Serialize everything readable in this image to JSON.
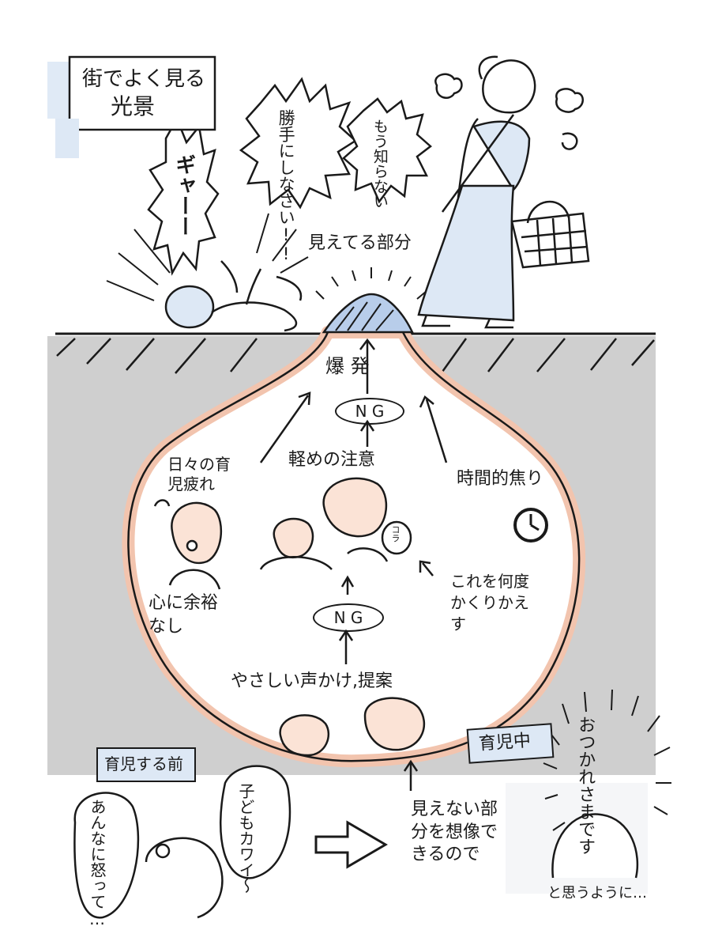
{
  "colors": {
    "ink": "#1a1a1a",
    "ground": "#cfcfcf",
    "dome_fill": "#ffffff",
    "dome_outline": "#f2c4ae",
    "pale_blue": "#dde8f5",
    "mountain": "#b8cdea"
  },
  "top": {
    "title_line1": "街でよく見る",
    "title_line2": "光景",
    "scream": "ギャーー",
    "shout": "勝手にしなさい!!",
    "mutter": "もう知らない",
    "visible_label": "見えてる部分"
  },
  "iceberg": {
    "explosion": "爆 発",
    "ng_top": "N G",
    "fatigue": "日々の育児疲れ",
    "light_warning": "軽めの注意",
    "time_pressure": "時間的焦り",
    "koru": "コラ",
    "no_room": "心に余裕なし",
    "repeat": "これを何度かくりかえす",
    "ng_mid": "N G",
    "gentle": "やさしい声かけ,提案"
  },
  "bottom": {
    "before_tag": "育児する前",
    "before_thought": "あんなに怒って…",
    "cute": "子どもカワイ〜",
    "during_tag": "育児中",
    "imagine": "見えない部分を想像できるので",
    "tired": "おつかれさまです",
    "think_so": "と思うように…"
  },
  "icons": [
    "clock-icon",
    "arrow-right-icon",
    "shopping-basket-icon"
  ]
}
